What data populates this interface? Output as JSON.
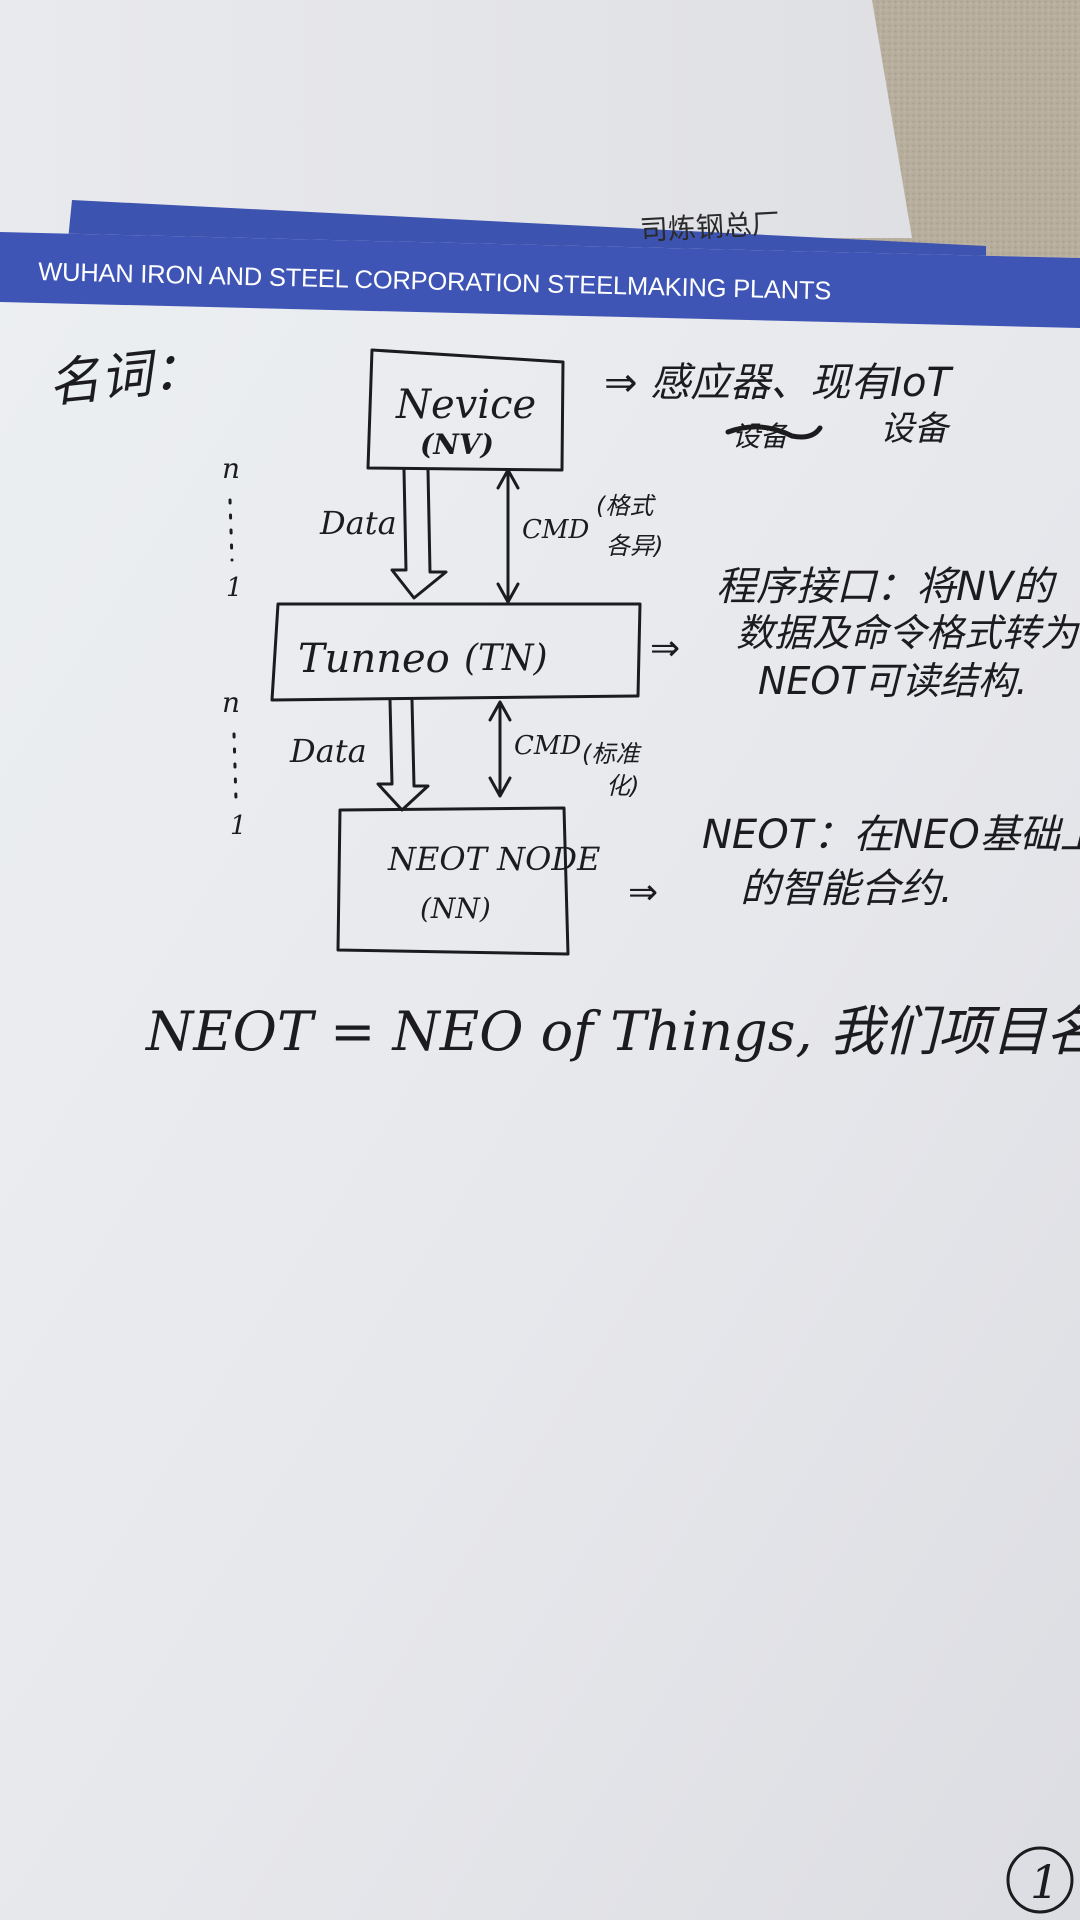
{
  "header": {
    "banner_text": "WUHAN IRON AND STEEL CORPORATION STEELMAKING PLANTS",
    "back_sheet_text": "司炼钢总厂"
  },
  "note": {
    "heading": "名词：",
    "multiplicity": {
      "top_n": "n",
      "top_1": "1",
      "bottom_n": "n",
      "bottom_1": "1"
    },
    "boxes": {
      "device": {
        "name": "Nevice",
        "abbr": "(NV)"
      },
      "tunnel": {
        "name": "Tunneo",
        "abbr": "(TN)"
      },
      "node": {
        "name": "NEOT NODE",
        "abbr": "(NN)"
      }
    },
    "arrows": {
      "data_1": "Data",
      "cmd_1": "CMD",
      "cmd_1_note_line1": "(格式",
      "cmd_1_note_line2": "各异)",
      "data_2": "Data",
      "cmd_2": "CMD",
      "cmd_2_note_line1": "(标准",
      "cmd_2_note_line2": "化)"
    },
    "descriptions": {
      "device_line1": "⇒ 感应器、现有IoT",
      "device_line2_struck": "设备",
      "device_line2": "设备",
      "tunnel_line1": "程序接口：将NV的",
      "tunnel_line2": "数据及命令格式转为",
      "tunnel_line3": "NEOT可读结构.",
      "node_line1": "NEOT：在NEO基础上",
      "node_line2": "的智能合约."
    },
    "footer_line": "NEOT = NEO of Things, 我们项目名.",
    "page_number": "1"
  },
  "colors": {
    "banner_blue": "#3f55b5",
    "paper": "#e9e9ee",
    "ink": "#1c1c1e",
    "table": "#b9b0a0"
  }
}
